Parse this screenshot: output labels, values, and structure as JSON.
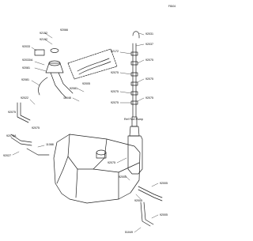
{
  "diagram": {
    "figure_code": "F8104",
    "note_label": "Ref Fuel Pump",
    "part_labels": [
      "92152",
      "92192",
      "92033",
      "92033/A",
      "92081",
      "92081",
      "92081",
      "11048",
      "92022",
      "11088",
      "92027",
      "92031",
      "92037",
      "92172",
      "92075",
      "92075",
      "92075",
      "92075",
      "92075",
      "92075",
      "92075",
      "92005",
      "92005",
      "92005",
      "92005",
      "51049",
      "92066",
      "92005",
      "92075A",
      "92075",
      "92075"
    ]
  }
}
